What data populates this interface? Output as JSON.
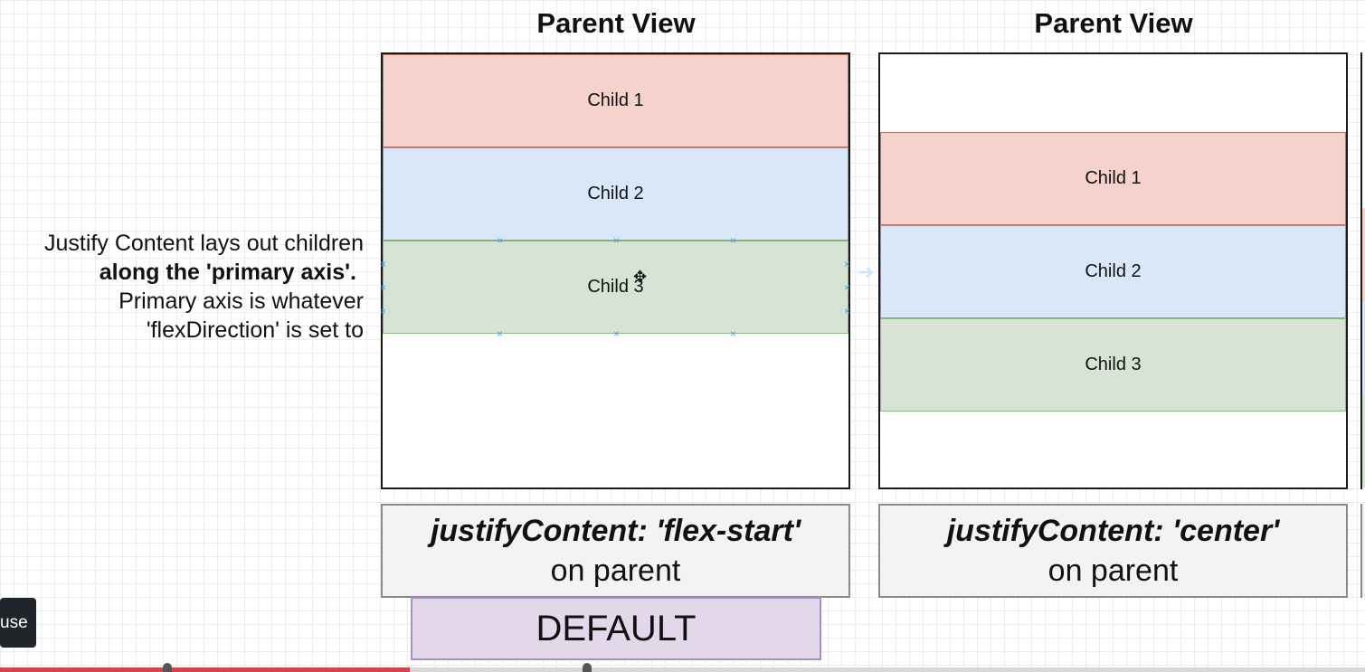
{
  "description_text": {
    "line1": "Justify Content lays out children",
    "line2": "along the 'primary axis'.",
    "line3": "Primary axis is whatever",
    "line4": "'flexDirection' is set to"
  },
  "panels": [
    {
      "title": "Parent View",
      "children": [
        "Child 1",
        "Child 2",
        "Child 3"
      ],
      "caption_code": "justifyContent: 'flex-start'",
      "caption_sub": "on parent"
    },
    {
      "title": "Parent View",
      "children": [
        "Child 1",
        "Child 2",
        "Child 3"
      ],
      "caption_code": "justifyContent: 'center'",
      "caption_sub": "on parent"
    }
  ],
  "default_label": "DEFAULT",
  "player": {
    "pause_label": "use",
    "progress": 0.3
  },
  "colors": {
    "child1": "#f5d2cc",
    "child2": "#dae7f9",
    "child3": "#d7e4d5",
    "default": "#e3d8ea",
    "progress": "#d64545"
  }
}
